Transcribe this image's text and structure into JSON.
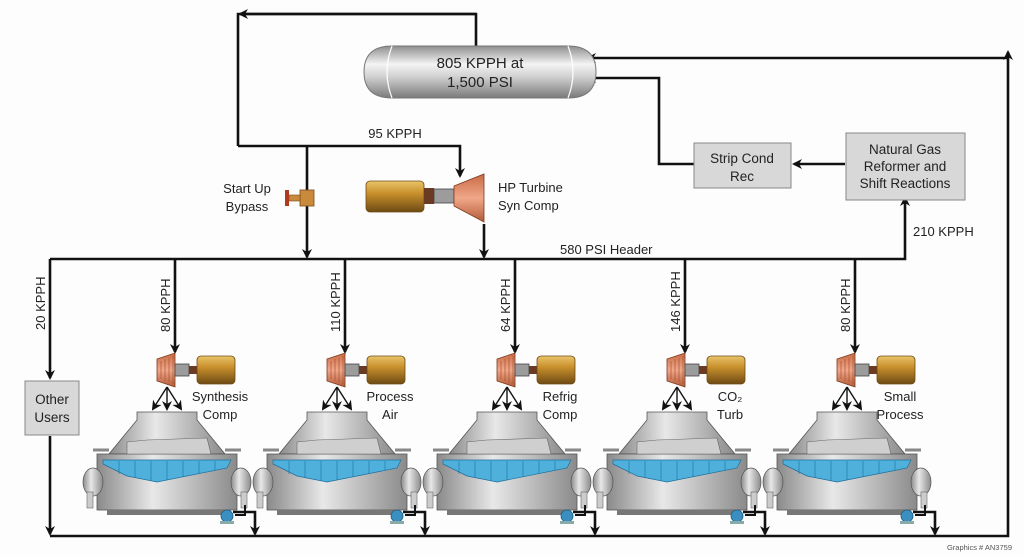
{
  "tank": {
    "line1": "805 KPPH at",
    "line2": "1,500 PSI"
  },
  "top_flow": {
    "label": "95 KPPH"
  },
  "bypass": {
    "line1": "Start Up",
    "line2": "Bypass"
  },
  "hp_turbine": {
    "line1": "HP Turbine",
    "line2": "Syn Comp"
  },
  "strip_cond": {
    "line1": "Strip Cond",
    "line2": "Rec"
  },
  "reformer": {
    "line1": "Natural Gas",
    "line2": "Reformer and",
    "line3": "Shift Reactions"
  },
  "header": {
    "label": "580 PSI Header"
  },
  "reformer_flow": {
    "label": "210 KPPH"
  },
  "other_users": {
    "line1": "Other",
    "line2": "Users",
    "flow": "20 KPPH"
  },
  "units": [
    {
      "flow": "80 KPPH",
      "line1": "Synthesis",
      "line2": "Comp"
    },
    {
      "flow": "110 KPPH",
      "line1": "Process",
      "line2": "Air"
    },
    {
      "flow": "64 KPPH",
      "line1": "Refrig",
      "line2": "Comp"
    },
    {
      "flow": "146 KPPH",
      "line1": "CO₂",
      "line2": "Turb"
    },
    {
      "flow": "80 KPPH",
      "line1": "Small",
      "line2": "Process"
    }
  ],
  "credit": "Graphics # AN3759"
}
